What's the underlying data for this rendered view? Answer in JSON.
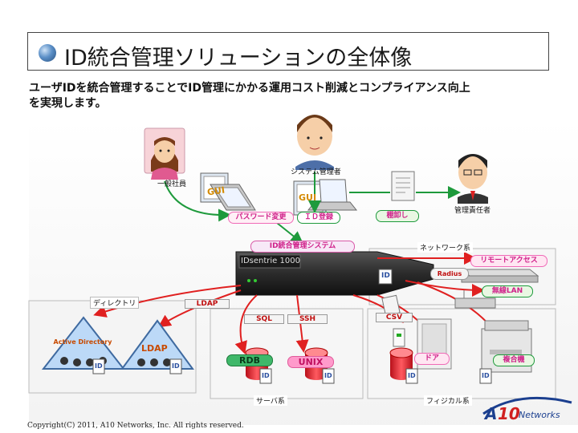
{
  "title": "ID統合管理ソリューションの全体像",
  "subtitle_lines": [
    "ユーザIDを統合管理することでID管理にかかる運用コスト削減とコンプライアンス向上",
    "を実現します。"
  ],
  "actors": {
    "general_employee": "一般社員",
    "system_admin": "システム管理者",
    "manager": "管理責任者"
  },
  "gui_label": "GUI",
  "flows": {
    "password_change": "パスワード変更",
    "id_register": "ＩＤ登録",
    "inventory": "棚卸し"
  },
  "system": {
    "name": "ID統合管理システム",
    "device_name": "IDsentrie 1000",
    "id_badge": "ID"
  },
  "network": {
    "group_label": "ネットワーク系",
    "remote_access": "リモートアクセス",
    "radius": "Radius",
    "wireless_lan": "無線LAN"
  },
  "directory": {
    "group_label": "ディレクトリ",
    "ldap_protocol": "LDAP",
    "active_directory": "Active Directory",
    "ldap_server": "LDAP"
  },
  "server": {
    "group_label": "サーバ系",
    "sql": "SQL",
    "ssh": "SSH",
    "rdb": "RDB",
    "unix": "UNIX"
  },
  "physical": {
    "group_label": "フィジカル系",
    "csv": "CSV",
    "door": "ドア",
    "mfp": "複合機"
  },
  "copyright": "Copyright(C) 2011, A10 Networks, Inc. All rights reserved.",
  "brand": {
    "a": "A",
    "ten": "10",
    "networks": "Networks"
  },
  "colors": {
    "accent_red": "#e02020",
    "arrow_green": "#1e9a3c",
    "pill_green_bg": "#e9f7e3",
    "pill_pink": "#f06ab7",
    "rdb_green": "#3fb86a",
    "unix_pink": "#ff9acb",
    "device_dark": "#2b2b2b"
  }
}
